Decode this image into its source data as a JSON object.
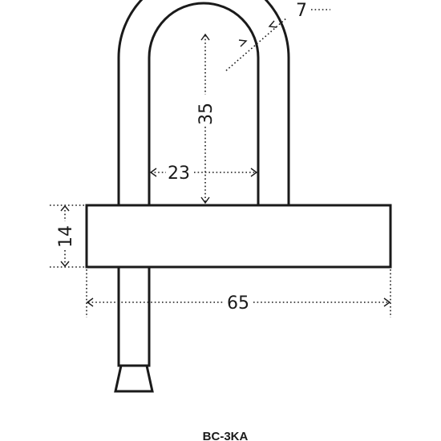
{
  "diagram": {
    "dimensions": {
      "shackle_thickness": "7",
      "inner_height": "35",
      "inner_width": "23",
      "body_height": "14",
      "body_width": "65"
    },
    "model_label": "BC-3KA"
  }
}
